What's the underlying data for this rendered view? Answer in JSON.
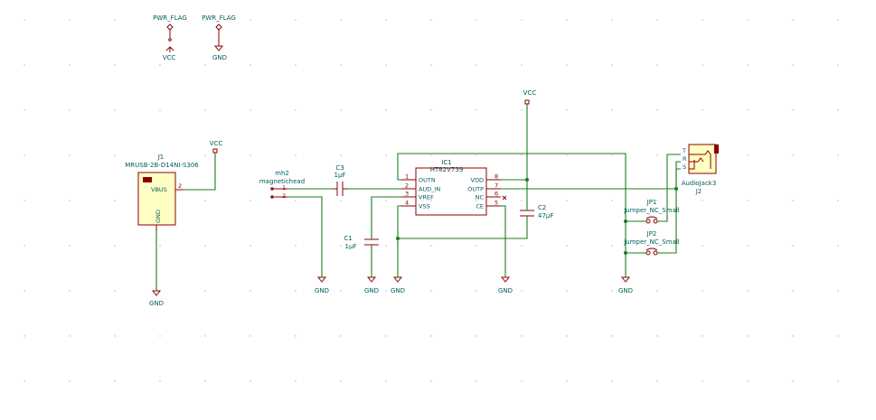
{
  "colors": {
    "background": "#ffffff",
    "wire": "#1b7d1b",
    "symbol": "#8b0000",
    "symbol_fill": "#ffffc4",
    "text": "#005b5b"
  },
  "flags": {
    "pwr1": "PWR_FLAG",
    "pwr2": "PWR_FLAG",
    "vcc_top": "VCC",
    "gnd_top": "GND"
  },
  "j1": {
    "ref": "J1",
    "value": "MRUSB-2B-D14NI-S306",
    "pin_vbus": "VBUS",
    "pin_vbus_num": "2",
    "pin_gnd": "GND",
    "vcc": "VCC",
    "gnd": "GND"
  },
  "mh2": {
    "ref": "mh2",
    "value": "magnetichead",
    "pin1": "1",
    "pin2": "2",
    "gnd": "GND"
  },
  "c3": {
    "ref": "C3",
    "value": "1µF"
  },
  "c1": {
    "ref": "C1",
    "value": "1µF",
    "gnd": "GND"
  },
  "ic1": {
    "ref": "IC1",
    "value": "HT82V739",
    "left_pins": [
      {
        "name": "OUTN",
        "num": "1"
      },
      {
        "name": "AUD_IN",
        "num": "2"
      },
      {
        "name": "VREF",
        "num": "3"
      },
      {
        "name": "VSS",
        "num": "4"
      }
    ],
    "right_pins": [
      {
        "name": "VDD",
        "num": "8"
      },
      {
        "name": "OUTP",
        "num": "7"
      },
      {
        "name": "NC",
        "num": "6"
      },
      {
        "name": "CE",
        "num": "5"
      }
    ],
    "gnd_left": "GND",
    "gnd_right": "GND"
  },
  "c2": {
    "ref": "C2",
    "value": "47µF",
    "vcc": "VCC"
  },
  "jp1": {
    "ref": "JP1",
    "value": "Jumper_NC_Small"
  },
  "jp2": {
    "ref": "JP2",
    "value": "Jumper_NC_Small",
    "gnd": "GND"
  },
  "j2": {
    "ref": "J2",
    "value": "AudioJack3",
    "pin_t": "T",
    "pin_r": "R",
    "pin_s": "S"
  }
}
